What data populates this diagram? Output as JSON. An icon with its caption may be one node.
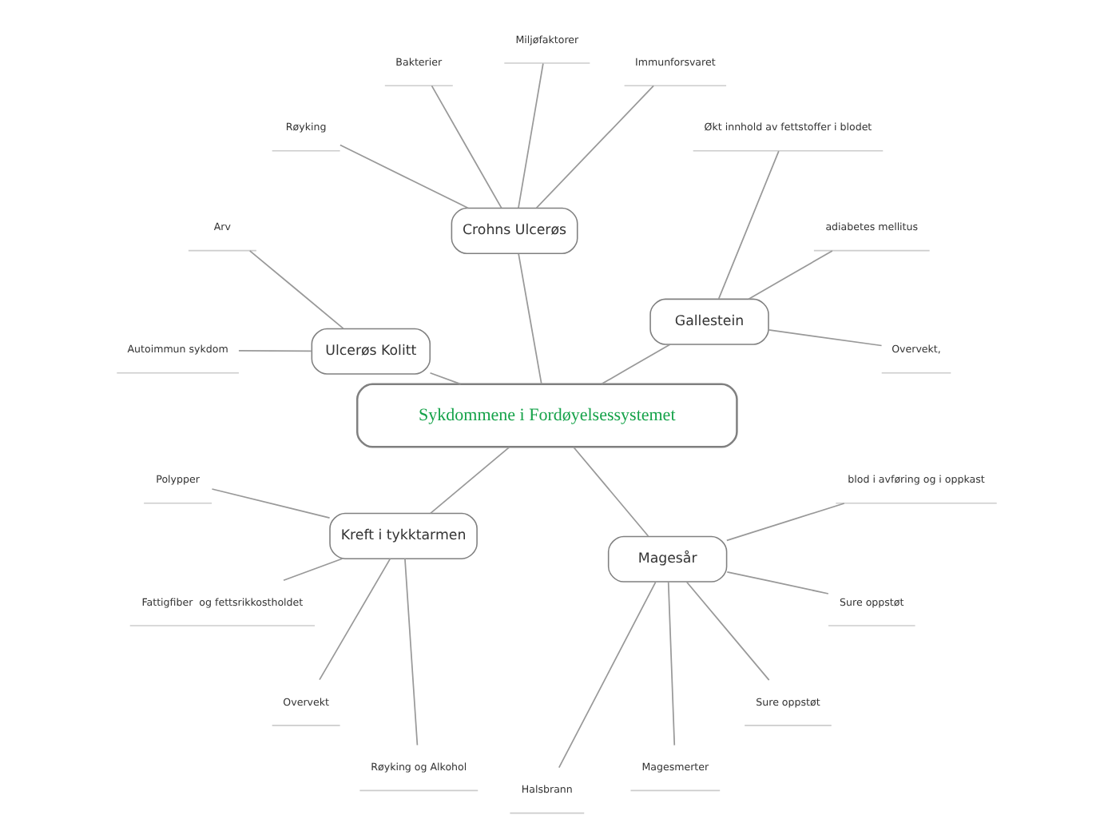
{
  "diagram": {
    "nodes": [
      {
        "text": [
          "Sykdommene i Fordøyelsessystemet"
        ]
      },
      {
        "text": [
          "Gallestein"
        ]
      },
      {
        "text": [
          "Overvekt,"
        ]
      },
      {
        "text": [
          "adiabetes mellitus"
        ]
      },
      {
        "text": [
          "Økt innhold av fettstoffer i blodet"
        ]
      },
      {
        "text": [
          "Crohns Ulcerøs"
        ]
      },
      {
        "text": [
          "Immunforsvaret"
        ]
      },
      {
        "text": [
          "Miljøfaktorer"
        ]
      },
      {
        "text": [
          "Bakterier"
        ]
      },
      {
        "text": [
          "Røyking"
        ]
      },
      {
        "text": [
          "Ulcerøs Kolitt"
        ]
      },
      {
        "text": [
          "Arv"
        ]
      },
      {
        "text": [
          "Autoimmun sykdom"
        ]
      },
      {
        "text": [
          "Kreft i tykktarmen"
        ]
      },
      {
        "text": [
          "Polypper"
        ]
      },
      {
        "text": [
          "Fattigfiber  og fettsrikkostholdet"
        ]
      },
      {
        "text": [
          "Overvekt"
        ]
      },
      {
        "text": [
          "Røyking og Alkohol"
        ]
      },
      {
        "text": [
          "Magesår"
        ]
      },
      {
        "text": [
          "Halsbrann"
        ]
      },
      {
        "text": [
          "Magesmerter"
        ]
      },
      {
        "text": [
          "Sure oppstøt"
        ]
      },
      {
        "text": [
          "Sure oppstøt"
        ]
      },
      {
        "text": [
          "blod i avføring og i oppkast"
        ]
      }
    ],
    "edges": [
      {
        "from": 0,
        "to": 1,
        "arrow": "none"
      },
      {
        "from": 1,
        "to": 2,
        "arrow": "none"
      },
      {
        "from": 1,
        "to": 3,
        "arrow": "none"
      },
      {
        "from": 1,
        "to": 4,
        "arrow": "none"
      },
      {
        "from": 0,
        "to": 5,
        "arrow": "none"
      },
      {
        "from": 5,
        "to": 6,
        "arrow": "none"
      },
      {
        "from": 5,
        "to": 7,
        "arrow": "none"
      },
      {
        "from": 5,
        "to": 8,
        "arrow": "none"
      },
      {
        "from": 5,
        "to": 9,
        "arrow": "none"
      },
      {
        "from": 0,
        "to": 10,
        "arrow": "none"
      },
      {
        "from": 10,
        "to": 11,
        "arrow": "none"
      },
      {
        "from": 10,
        "to": 12,
        "arrow": "none"
      },
      {
        "from": 0,
        "to": 13,
        "arrow": "none"
      },
      {
        "from": 13,
        "to": 14,
        "arrow": "none"
      },
      {
        "from": 13,
        "to": 15,
        "arrow": "none"
      },
      {
        "from": 13,
        "to": 16,
        "arrow": "none"
      },
      {
        "from": 13,
        "to": 17,
        "arrow": "none"
      },
      {
        "from": 0,
        "to": 18,
        "arrow": "none"
      },
      {
        "from": 18,
        "to": 19,
        "arrow": "none"
      },
      {
        "from": 18,
        "to": 20,
        "arrow": "none"
      },
      {
        "from": 18,
        "to": 21,
        "arrow": "none"
      },
      {
        "from": 18,
        "to": 22,
        "arrow": "none"
      },
      {
        "from": 18,
        "to": 23,
        "arrow": "none"
      }
    ]
  }
}
